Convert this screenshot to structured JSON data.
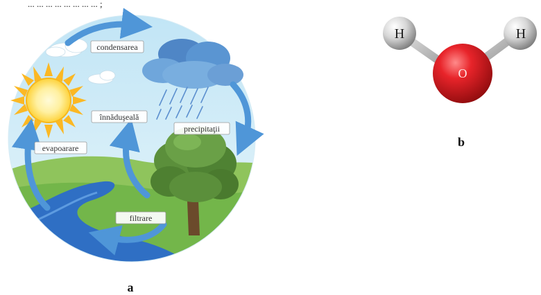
{
  "top_text": "... ... ... ... ... ... ... ... ;",
  "water_cycle": {
    "labels": {
      "condensation": "condensarea",
      "transpiration": "înnăduşeală",
      "precipitation": "precipitaţii",
      "evaporation": "evapoarare",
      "filtration": "filtrare"
    },
    "figure_label": "a"
  },
  "molecule": {
    "atoms": {
      "h_left": "H",
      "oxygen": "O",
      "h_right": "H"
    },
    "figure_label": "b"
  },
  "colors": {
    "sky": "#a8d8ef",
    "arrow": "#4f96d8",
    "grass": "#73b64a",
    "river": "#2f6fc4",
    "sun": "#fdd23a",
    "oxygen": "#d8151c",
    "hydrogen": "#d9d9d9"
  }
}
